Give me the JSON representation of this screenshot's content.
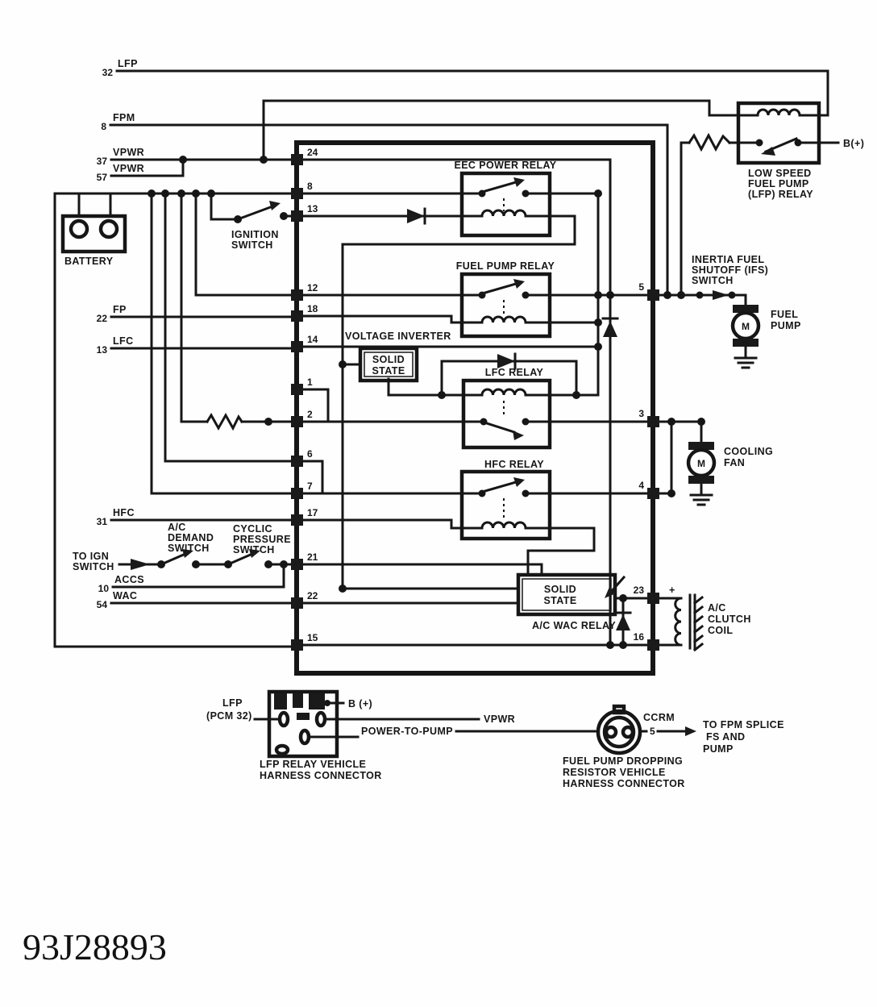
{
  "drawing_number": "93J28893",
  "pcm_pins": {
    "lfp": {
      "num": "32",
      "name": "LFP"
    },
    "fpm": {
      "num": "8",
      "name": "FPM"
    },
    "vpwr1": {
      "num": "37",
      "name": "VPWR"
    },
    "vpwr2": {
      "num": "57",
      "name": "VPWR"
    },
    "fp": {
      "num": "22",
      "name": "FP"
    },
    "lfc": {
      "num": "13",
      "name": "LFC"
    },
    "hfc": {
      "num": "31",
      "name": "HFC"
    },
    "accs": {
      "num": "10",
      "name": "ACCS"
    },
    "wac": {
      "num": "54",
      "name": "WAC"
    }
  },
  "module_pins": {
    "left": [
      "24",
      "8",
      "13",
      "12",
      "18",
      "14",
      "1",
      "2",
      "6",
      "7",
      "17",
      "21",
      "22",
      "15"
    ],
    "right": [
      "5",
      "3",
      "4",
      "23",
      "16"
    ]
  },
  "components": {
    "battery": "BATTERY",
    "ignition_switch": [
      "IGNITION",
      "SWITCH"
    ],
    "eec_power_relay": "EEC POWER RELAY",
    "fuel_pump_relay": "FUEL PUMP RELAY",
    "voltage_inverter": "VOLTAGE INVERTER",
    "solid_state": [
      "SOLID",
      "STATE"
    ],
    "lfc_relay": "LFC RELAY",
    "hfc_relay": "HFC RELAY",
    "ac_wac_relay": "A/C WAC RELAY",
    "low_speed_fuel_pump_relay": [
      "LOW SPEED",
      "FUEL PUMP",
      "(LFP) RELAY"
    ],
    "b_plus": "B(+)",
    "inertia_fuel_shutoff_switch": [
      "INERTIA FUEL",
      "SHUTOFF (IFS)",
      "SWITCH"
    ],
    "fuel_pump": [
      "FUEL",
      "PUMP"
    ],
    "cooling_fan": [
      "COOLING",
      "FAN"
    ],
    "ac_clutch_coil": [
      "A/C",
      "CLUTCH",
      "COIL"
    ],
    "ac_demand_switch": [
      "A/C",
      "DEMAND",
      "SWITCH"
    ],
    "cyclic_pressure_switch": [
      "CYCLIC",
      "PRESSURE",
      "SWITCH"
    ],
    "to_ign_switch": [
      "TO IGN",
      "SWITCH"
    ],
    "motor": "M",
    "plus": "+"
  },
  "connectors": {
    "lfp_relay_connector": {
      "label": [
        "LFP RELAY VEHICLE",
        "HARNESS CONNECTOR"
      ],
      "pins": {
        "lfp": [
          "LFP",
          "(PCM 32)"
        ],
        "b_plus": "B (+)",
        "vpwr": "VPWR",
        "power_to_pump": "POWER-TO-PUMP"
      }
    },
    "dropping_resistor_connector": {
      "label": [
        "FUEL PUMP DROPPING",
        "RESISTOR VEHICLE",
        "HARNESS CONNECTOR"
      ],
      "ccrm": "CCRM",
      "pin": "5",
      "note": [
        "TO FPM SPLICE",
        "FS AND",
        "PUMP"
      ]
    }
  }
}
